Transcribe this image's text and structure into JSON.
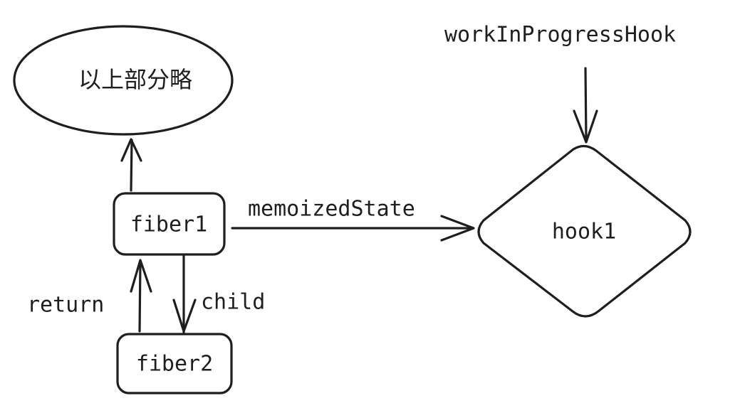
{
  "diagram": {
    "nodes": {
      "omitted": {
        "label": "以上部分略"
      },
      "fiber1": {
        "label": "fiber1"
      },
      "fiber2": {
        "label": "fiber2"
      },
      "hook1": {
        "label": "hook1"
      }
    },
    "labels": {
      "work_in_progress_hook": "workInProgressHook",
      "memoized_state": "memoizedState",
      "return": "return",
      "child": "child"
    }
  }
}
